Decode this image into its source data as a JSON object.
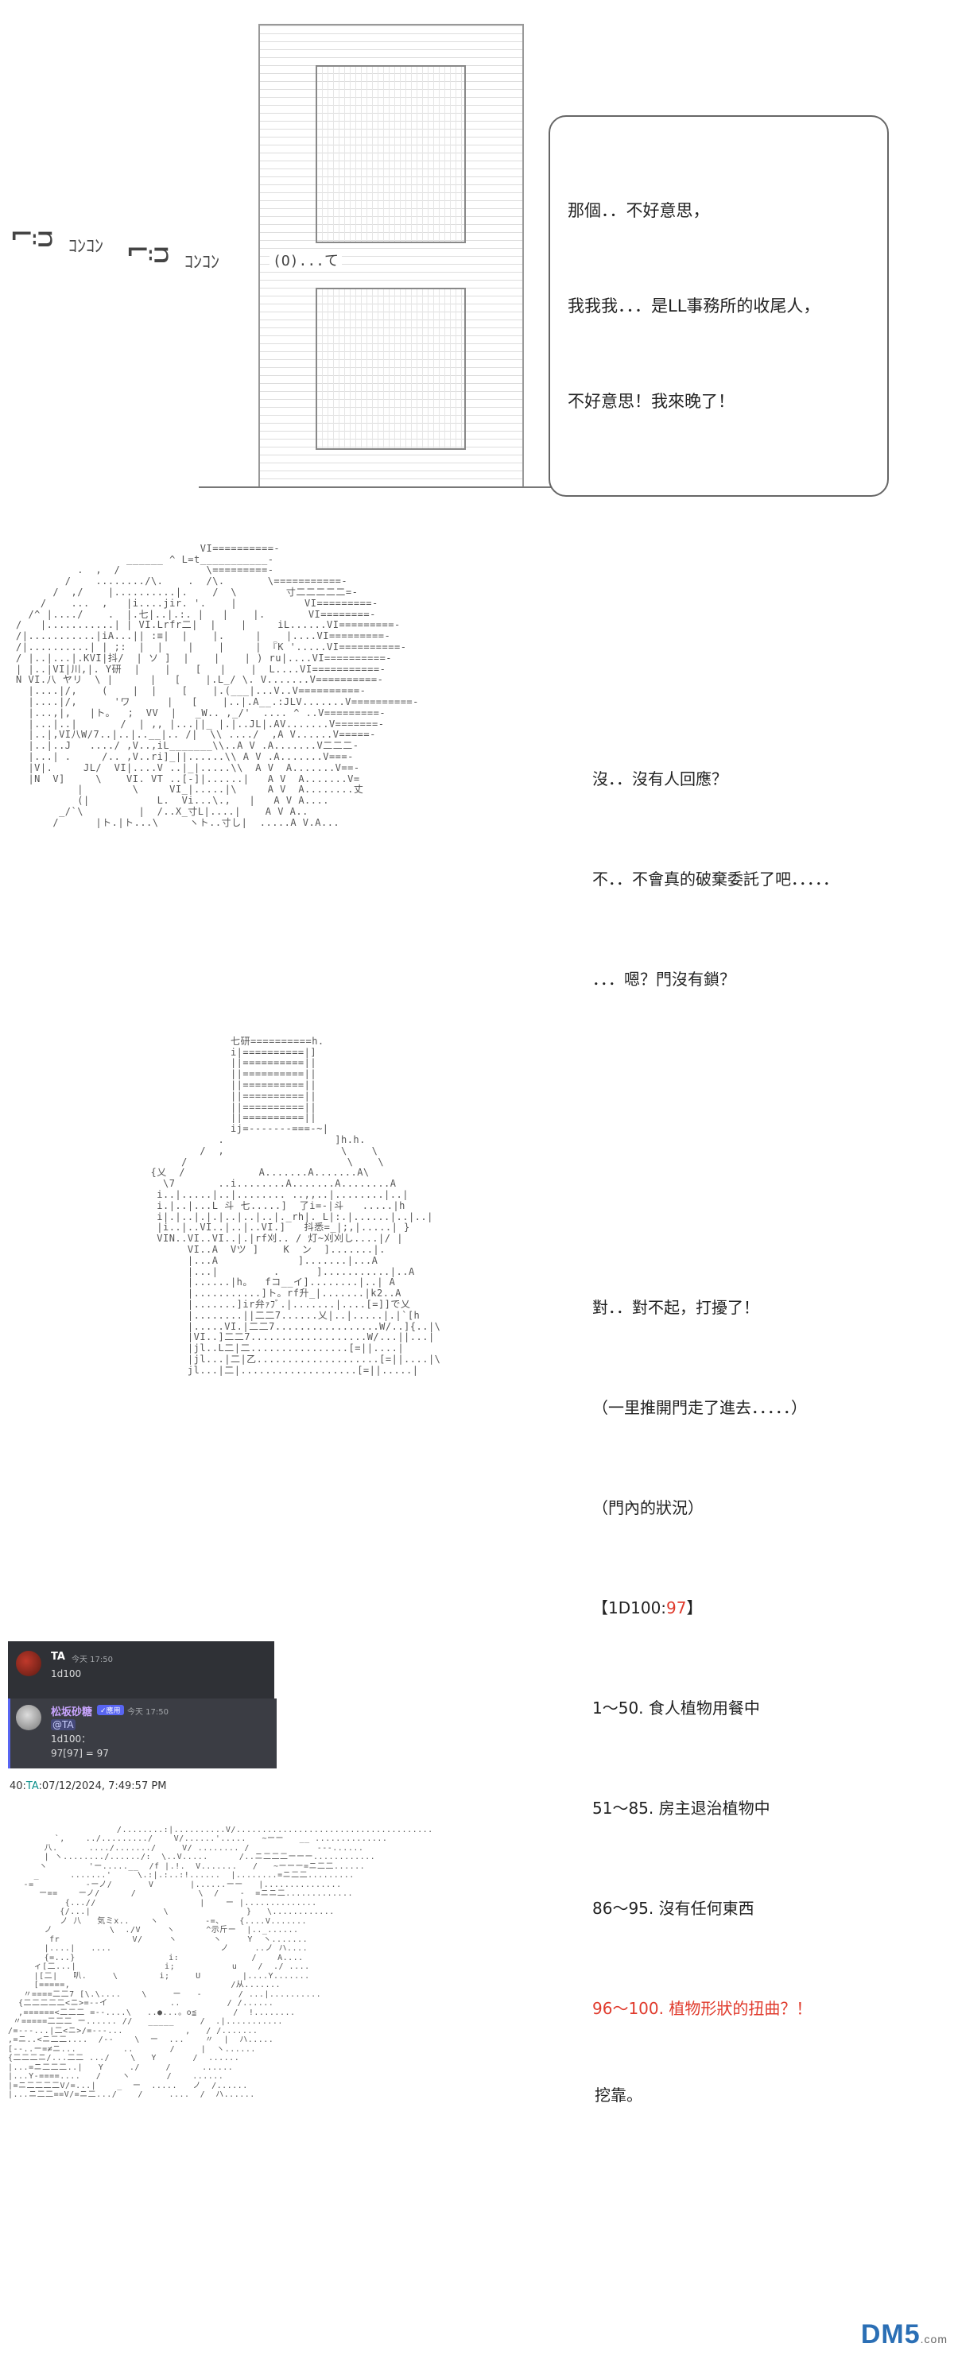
{
  "panel1": {
    "sfx_knock": "ｺﾝｺﾝ",
    "sfx_knock2": "ｺﾝｺﾝ",
    "door_handle": "(O)...て",
    "bubble_lines": [
      "那個．．不好意思，",
      "我我我．．．是LL事務所的收尾人，",
      "不好意思！我來晚了！"
    ]
  },
  "panel2": {
    "lines": [
      "沒．．沒有人回應？",
      "不．．不會真的破棄委託了吧．．．．．",
      "．．．嗯？門沒有鎖？"
    ]
  },
  "panel3": {
    "lines": [
      "對．．對不起，打擾了！",
      "（一里推開門走了進去．．．．．）",
      "（門內的狀況）",
      "【1D100:",
      "97",
      "】",
      "1～50. 食人植物用餐中",
      "51～85. 房主退治植物中",
      "86～95. 沒有任何東西",
      "96～100. 植物形狀的扭曲？！"
    ]
  },
  "chat": {
    "user1_name": "TA",
    "user1_time": "今天 17:50",
    "user1_msg": "1d100",
    "bot_name": "松坂砂糖",
    "bot_badge": "✓應用",
    "bot_time": "今天 17:50",
    "bot_mention": "@TA",
    "bot_msg_line1": "1d100：",
    "bot_msg_line2": "97[97] = 97",
    "accent": "#5865f2"
  },
  "post_info": {
    "number": "40:",
    "author": "TA",
    "timestamp": ":07/12/2024, 7:49:57 PM"
  },
  "panel4": {
    "line": "挖靠。"
  },
  "watermark": {
    "brand": "DM5",
    "suffix": ".com"
  }
}
